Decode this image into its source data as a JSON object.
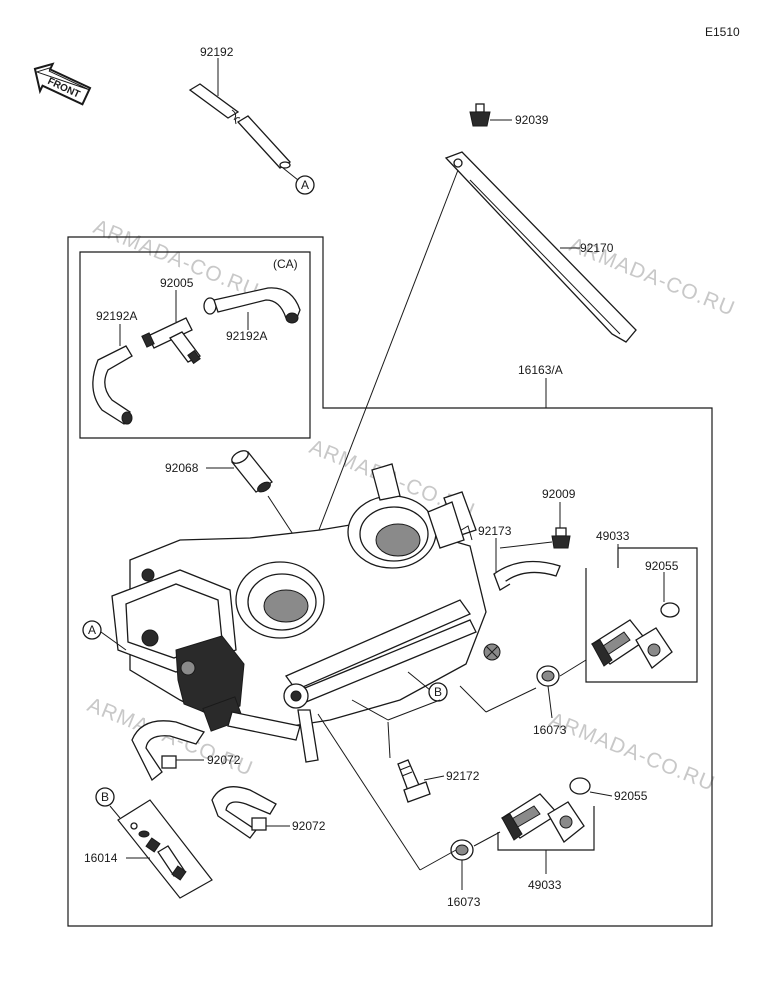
{
  "diagram_code": "E1510",
  "front_label": "FRONT",
  "watermark": "ARMADA-CO.RU",
  "ca_label": "(CA)",
  "ref_a": "A",
  "ref_b": "B",
  "parts": {
    "p92192": "92192",
    "p92039": "92039",
    "p92170": "92170",
    "p92005": "92005",
    "p92192A_left": "92192A",
    "p92192A_right": "92192A",
    "p16163A": "16163/A",
    "p92068": "92068",
    "p92009": "92009",
    "p92173": "92173",
    "p49033_top": "49033",
    "p92055_top": "92055",
    "p16073_top": "16073",
    "p92072_left": "92072",
    "p92072_right": "92072",
    "p92172": "92172",
    "p92055_bottom": "92055",
    "p16014": "16014",
    "p49033_bottom": "49033",
    "p16073_bottom": "16073"
  }
}
